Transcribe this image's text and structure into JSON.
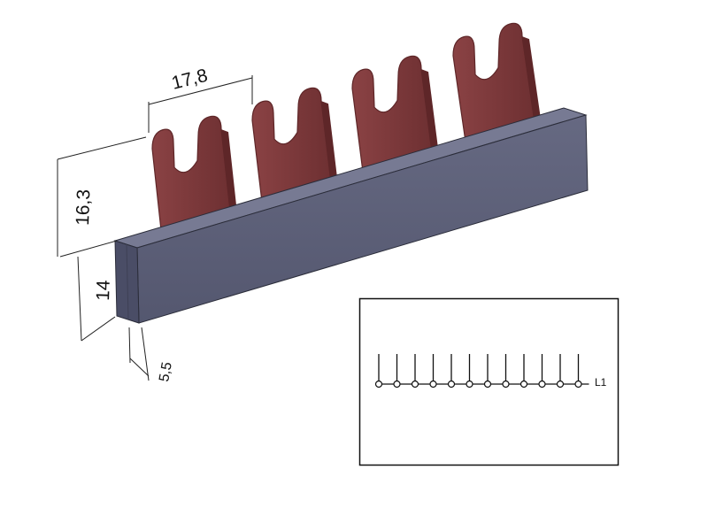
{
  "dimensions": {
    "pitch": "17,8",
    "fork_height": "16,3",
    "body_height": "14",
    "thickness": "5,5"
  },
  "busbar": {
    "fork_count": 4,
    "colors": {
      "fork": "#7f3a3c",
      "fork_shade": "#5e2628",
      "body_front": "#5c5f7a",
      "body_top": "#777a93",
      "body_side": "#4a4d66",
      "outline": "#2b2d3a"
    }
  },
  "schematic": {
    "line_label": "L1",
    "terminal_count": 12
  }
}
